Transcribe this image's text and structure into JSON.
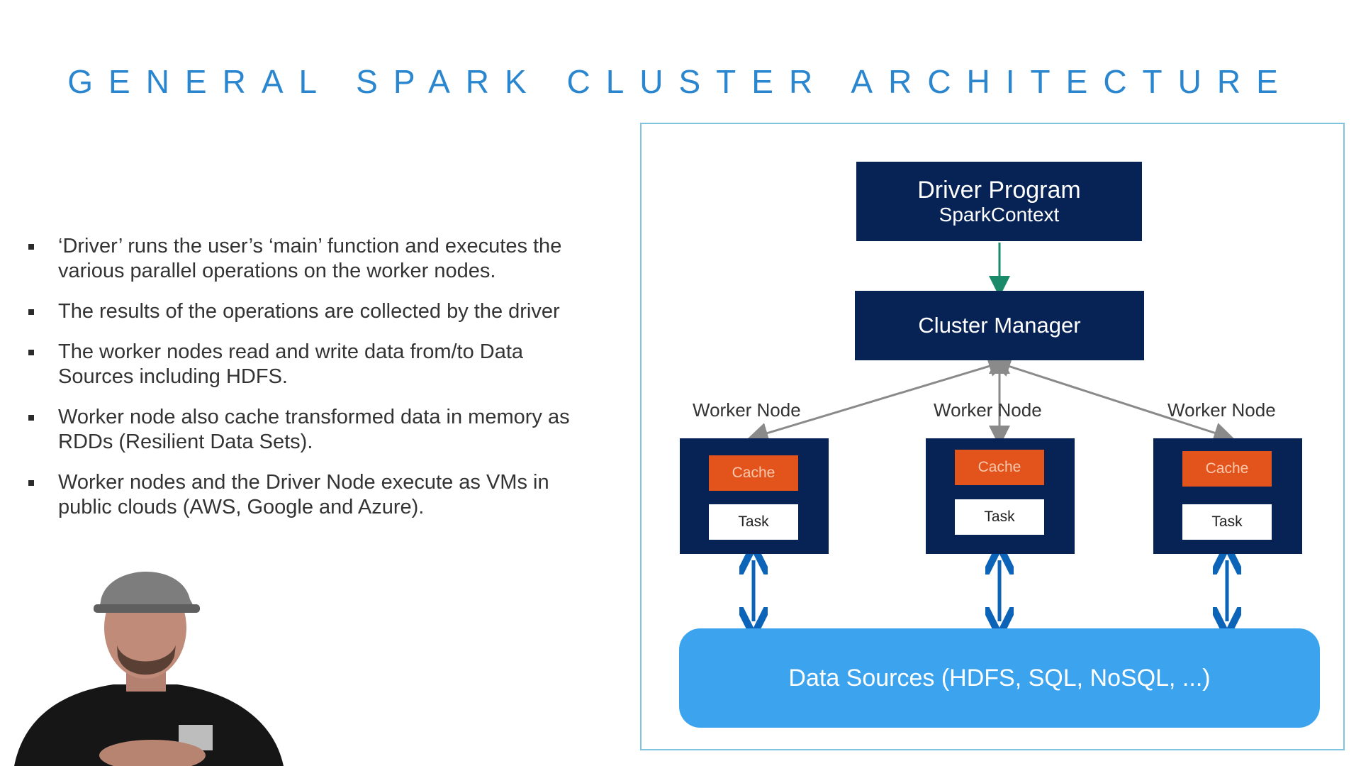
{
  "title": "GENERAL SPARK CLUSTER ARCHITECTURE",
  "bullets": [
    "‘Driver’ runs the user’s ‘main’ function and executes the various parallel operations on the worker nodes.",
    "The results of the operations are collected by the driver",
    "The worker nodes read and write data from/to Data Sources including HDFS.",
    "Worker node also cache transformed data in memory as RDDs (Resilient Data Sets).",
    "Worker nodes and the Driver Node execute as VMs in public clouds (AWS, Google and Azure)."
  ],
  "diagram": {
    "driver": {
      "line1": "Driver Program",
      "line2": "SparkContext"
    },
    "cluster_manager": "Cluster Manager",
    "workers": [
      {
        "label": "Worker Node",
        "cache": "Cache",
        "task": "Task"
      },
      {
        "label": "Worker Node",
        "cache": "Cache",
        "task": "Task"
      },
      {
        "label": "Worker Node",
        "cache": "Cache",
        "task": "Task"
      }
    ],
    "data_sources": "Data Sources (HDFS, SQL, NoSQL, ...)"
  },
  "colors": {
    "title": "#2a86cf",
    "node_dark": "#072255",
    "cache": "#e2541b",
    "data_sources": "#3ca3ef",
    "frame": "#7ec4de",
    "arrow_blue": "#0b64b8",
    "arrow_green": "#1a8a6a"
  }
}
